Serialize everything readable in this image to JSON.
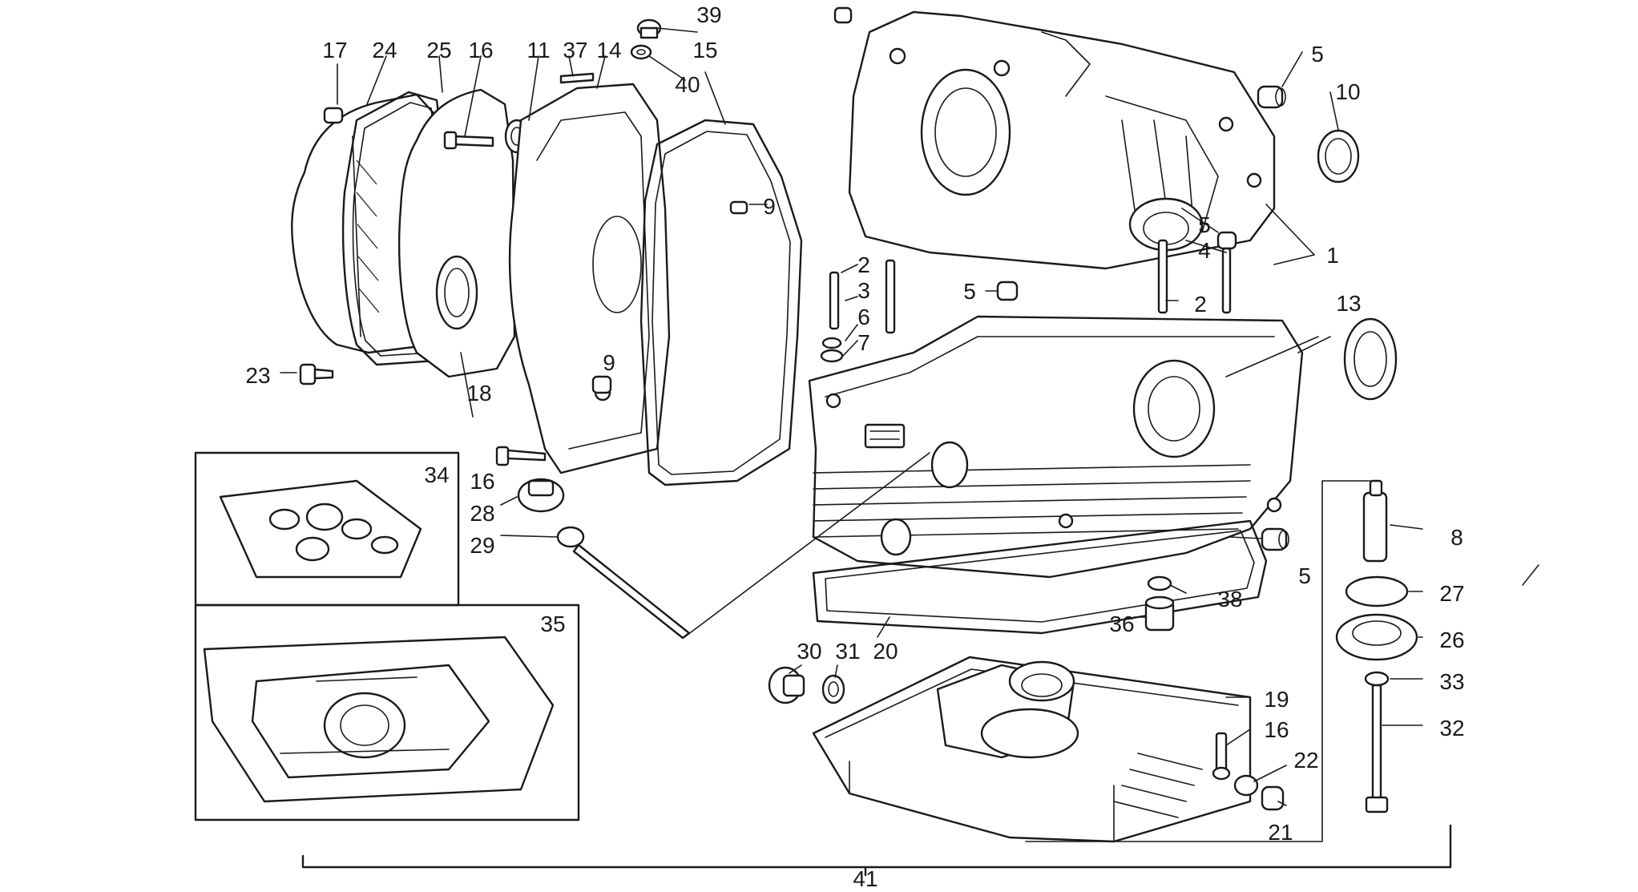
{
  "diagram": {
    "callouts": [
      "1",
      "2",
      "3",
      "4",
      "5",
      "6",
      "7",
      "8",
      "9",
      "10",
      "11",
      "13",
      "14",
      "15",
      "16",
      "17",
      "18",
      "19",
      "20",
      "21",
      "22",
      "23",
      "24",
      "25",
      "26",
      "27",
      "28",
      "29",
      "30",
      "31",
      "32",
      "33",
      "34",
      "35",
      "36",
      "37",
      "38",
      "39",
      "40",
      "41"
    ],
    "inset_labels": {
      "gasket_kit_small": "34",
      "gasket_kit_large": "35"
    },
    "colors": {
      "line": "#1a1a1a",
      "background": "#ffffff"
    }
  }
}
